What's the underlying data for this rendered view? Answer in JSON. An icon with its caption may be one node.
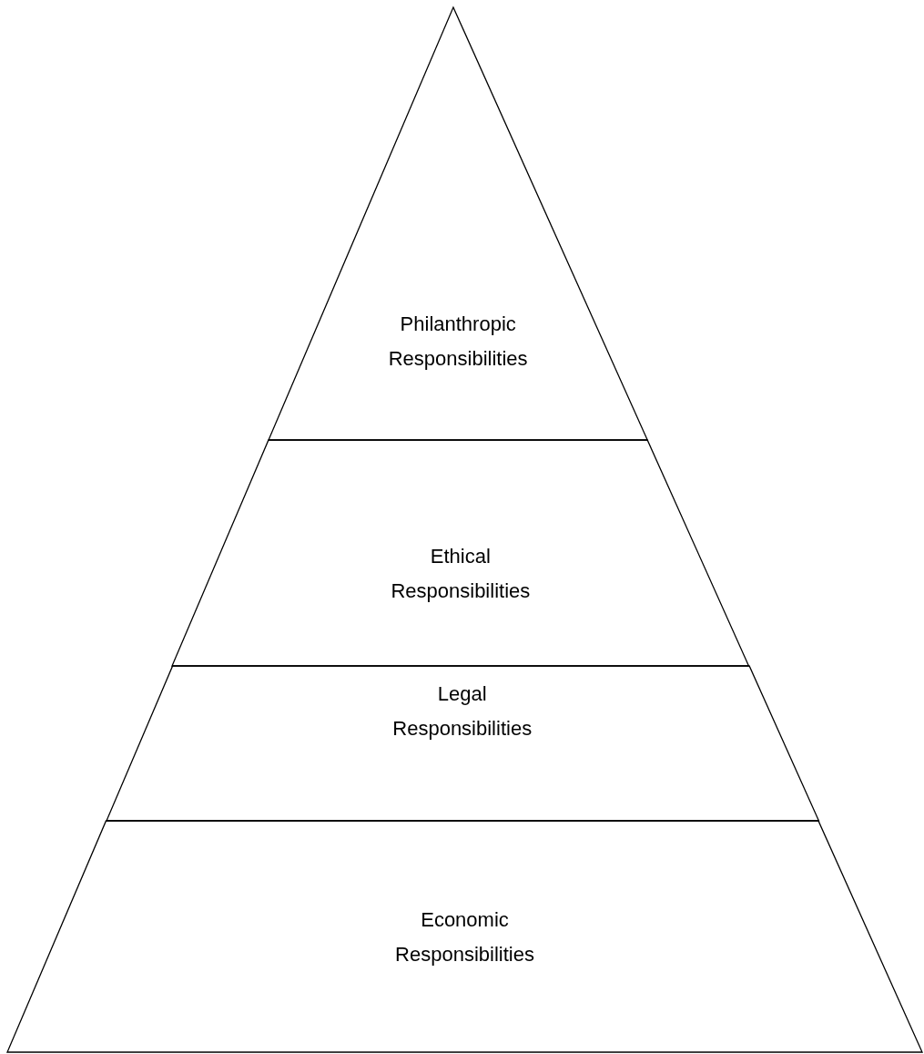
{
  "diagram": {
    "nodes": [
      {
        "text": [
          "Philanthropic Responsibilities"
        ]
      },
      {
        "text": [
          "Ethical Responsibilities"
        ]
      },
      {
        "text": [
          "Legal Responsibilities"
        ]
      },
      {
        "text": [
          "Economic Responsibilities"
        ]
      }
    ],
    "edges": []
  }
}
